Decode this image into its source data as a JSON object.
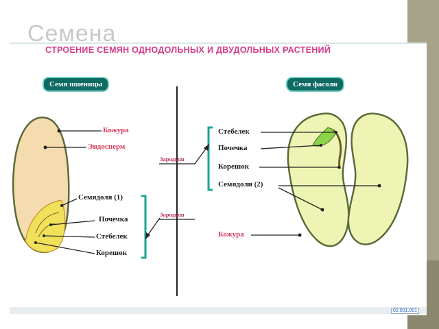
{
  "slide": {
    "title": "Семена"
  },
  "heading": "СТРОЕНИЕ СЕМЯН ОДНОДОЛЬНЫХ И ДВУДОЛЬНЫХ РАСТЕНИЙ",
  "wheat": {
    "badge": "Семя пшеницы",
    "labels": {
      "coat": "Кожура",
      "endosperm": "Эндосперм",
      "cotyledon": "Семядоля (1)",
      "bud": "Почечка",
      "stem": "Стебелек",
      "root": "Корешок"
    }
  },
  "embryo_labels": [
    "Зародыш",
    "Зародыш"
  ],
  "bean": {
    "badge": "Семя фасоли",
    "labels": {
      "stem": "Стебелек",
      "bud": "Почечка",
      "root": "Корешок",
      "cotyledons": "Семядоли (2)",
      "coat": "Кожура"
    }
  },
  "footer": {
    "code": "02.001.001"
  },
  "colors": {
    "heading": "#d43a8a",
    "badge_fill": "#0e6a63",
    "bracket": "#1aa396",
    "endosperm": "#f5dcae",
    "bean_cotyledon": "#eef5b4",
    "label_red": "#d83a5a"
  }
}
